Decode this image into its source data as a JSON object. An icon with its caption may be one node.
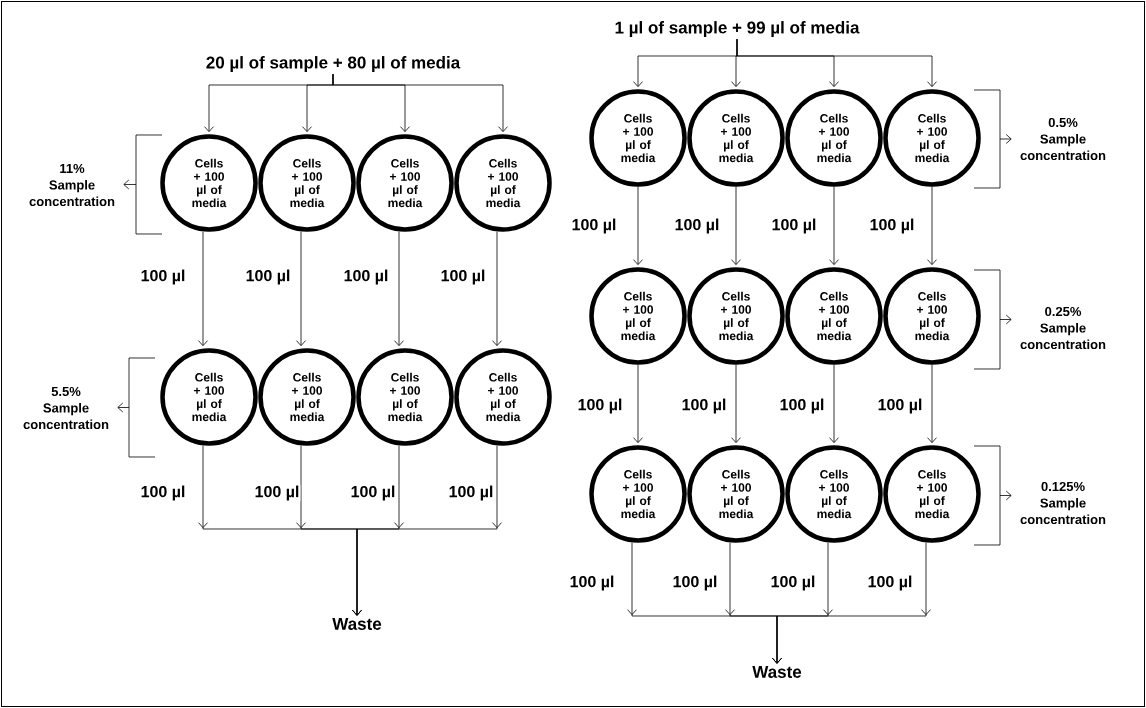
{
  "diagram": {
    "nodes": [
      {
        "text": [
          "20 µl of sample + 80 µl of media"
        ]
      },
      {
        "text": [
          "Cells + 100 µl of media"
        ]
      },
      {
        "text": [
          "Cells + 100 µl of media"
        ]
      },
      {
        "text": [
          "Cells + 100 µl of media"
        ]
      },
      {
        "text": [
          "Cells + 100 µl of media"
        ]
      },
      {
        "text": [
          "Cells + 100 µl of media"
        ]
      },
      {
        "text": [
          "Cells + 100 µl of media"
        ]
      },
      {
        "text": [
          "Cells + 100 µl of media"
        ]
      },
      {
        "text": [
          "Cells + 100 µl of media"
        ]
      },
      {
        "text": [
          "Waste"
        ]
      },
      {
        "text": [
          "1 µl of sample + 99 µl of media"
        ]
      },
      {
        "text": [
          "Cells + 100 µl of media"
        ]
      },
      {
        "text": [
          "Cells + 100 µl of media"
        ]
      },
      {
        "text": [
          "Cells + 100 µl of media"
        ]
      },
      {
        "text": [
          "Cells + 100 µl of media"
        ]
      },
      {
        "text": [
          "Cells + 100 µl of media"
        ]
      },
      {
        "text": [
          "Cells + 100 µl of media"
        ]
      },
      {
        "text": [
          "Cells + 100 µl of media"
        ]
      },
      {
        "text": [
          "Cells + 100 µl of media"
        ]
      },
      {
        "text": [
          "Cells + 100 µl of media"
        ]
      },
      {
        "text": [
          "Cells + 100 µl of media"
        ]
      },
      {
        "text": [
          "Cells + 100 µl of media"
        ]
      },
      {
        "text": [
          "Cells + 100 µl of media"
        ]
      },
      {
        "text": [
          "Waste"
        ]
      },
      {
        "text": [
          "11% Sample concentration"
        ]
      },
      {
        "text": [
          "5.5% Sample concentration"
        ]
      },
      {
        "text": [
          "0.5% Sample concentration"
        ]
      },
      {
        "text": [
          "0.25% Sample concentration"
        ]
      },
      {
        "text": [
          "0.125% Sample concentration"
        ]
      },
      {
        "text": [],
        "shape": "bracket"
      },
      {
        "text": [],
        "shape": "bracket"
      },
      {
        "text": [],
        "shape": "bracket"
      },
      {
        "text": [],
        "shape": "bracket"
      },
      {
        "text": [],
        "shape": "bracket"
      }
    ],
    "edges": [
      {
        "from": 0,
        "to": 1,
        "arrow": "to"
      },
      {
        "from": 0,
        "to": 2,
        "arrow": "to"
      },
      {
        "from": 0,
        "to": 3,
        "arrow": "to"
      },
      {
        "from": 0,
        "to": 4,
        "arrow": "to"
      },
      {
        "from": 1,
        "to": 5,
        "arrow": "to",
        "label": "100 µl"
      },
      {
        "from": 2,
        "to": 6,
        "arrow": "to",
        "label": "100 µl"
      },
      {
        "from": 3,
        "to": 7,
        "arrow": "to",
        "label": "100 µl"
      },
      {
        "from": 4,
        "to": 8,
        "arrow": "to",
        "label": "100 µl"
      },
      {
        "from": 5,
        "to": 9,
        "arrow": "to",
        "label": "100 µl"
      },
      {
        "from": 6,
        "to": 9,
        "arrow": "to",
        "label": "100 µl"
      },
      {
        "from": 7,
        "to": 9,
        "arrow": "to",
        "label": "100 µl"
      },
      {
        "from": 8,
        "to": 9,
        "arrow": "to",
        "label": "100 µl"
      },
      {
        "from": 29,
        "to": 24,
        "arrow": "to"
      },
      {
        "from": 30,
        "to": 25,
        "arrow": "to"
      },
      {
        "from": 10,
        "to": 11,
        "arrow": "to"
      },
      {
        "from": 10,
        "to": 12,
        "arrow": "to"
      },
      {
        "from": 10,
        "to": 13,
        "arrow": "to"
      },
      {
        "from": 10,
        "to": 14,
        "arrow": "to"
      },
      {
        "from": 11,
        "to": 15,
        "arrow": "to",
        "label": "100 µl"
      },
      {
        "from": 12,
        "to": 16,
        "arrow": "to",
        "label": "100 µl"
      },
      {
        "from": 13,
        "to": 17,
        "arrow": "to",
        "label": "100 µl"
      },
      {
        "from": 14,
        "to": 18,
        "arrow": "to",
        "label": "100 µl"
      },
      {
        "from": 15,
        "to": 19,
        "arrow": "to",
        "label": "100 µl"
      },
      {
        "from": 16,
        "to": 20,
        "arrow": "to",
        "label": "100 µl"
      },
      {
        "from": 17,
        "to": 21,
        "arrow": "to",
        "label": "100 µl"
      },
      {
        "from": 18,
        "to": 22,
        "arrow": "to",
        "label": "100 µl"
      },
      {
        "from": 19,
        "to": 23,
        "arrow": "to",
        "label": "100 µl"
      },
      {
        "from": 20,
        "to": 23,
        "arrow": "to",
        "label": "100 µl"
      },
      {
        "from": 21,
        "to": 23,
        "arrow": "to",
        "label": "100 µl"
      },
      {
        "from": 22,
        "to": 23,
        "arrow": "to",
        "label": "100 µl"
      },
      {
        "from": 31,
        "to": 26,
        "arrow": "to"
      },
      {
        "from": 32,
        "to": 27,
        "arrow": "to"
      },
      {
        "from": 33,
        "to": 28,
        "arrow": "to"
      }
    ]
  }
}
